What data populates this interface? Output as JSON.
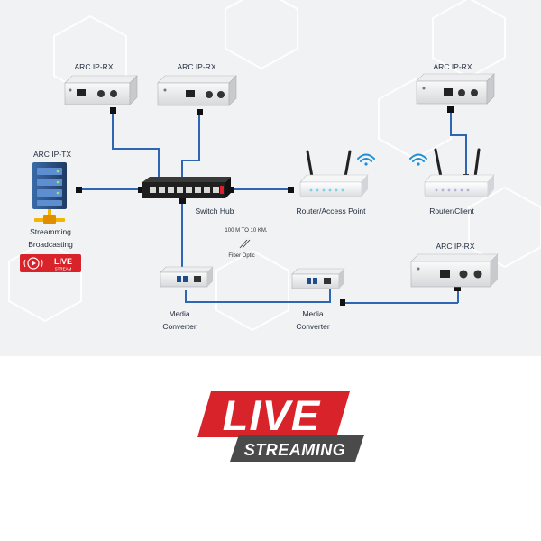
{
  "labels": {
    "rx_top_left": "ARC IP-RX",
    "rx_top_mid": "ARC IP-RX",
    "rx_top_right": "ARC IP-RX",
    "tx": "ARC IP-TX",
    "stream_line1": "Streamming",
    "stream_line2": "Broadcasting",
    "switch_hub": "Switch Hub",
    "router_ap": "Router/Access Point",
    "router_client": "Router/Client",
    "rx_bottom_right": "ARC IP-RX",
    "fiber_distance": "100 M TO 10 KM.",
    "fiber_optic": "Fiber Optic",
    "media_conv_left_1": "Media",
    "media_conv_left_2": "Converter",
    "media_conv_mid_1": "Media",
    "media_conv_mid_2": "Converter"
  },
  "badge_small": {
    "live": "LIVE",
    "stream": "STREAM"
  },
  "logo": {
    "live": "LIVE",
    "streaming": "STREAMING"
  },
  "colors": {
    "link_blue": "#2f66b3",
    "live_red": "#d8232a",
    "dark_gray": "#4a4a4a",
    "server_blue": "#2a4a7a",
    "server_gold": "#f4b400"
  }
}
